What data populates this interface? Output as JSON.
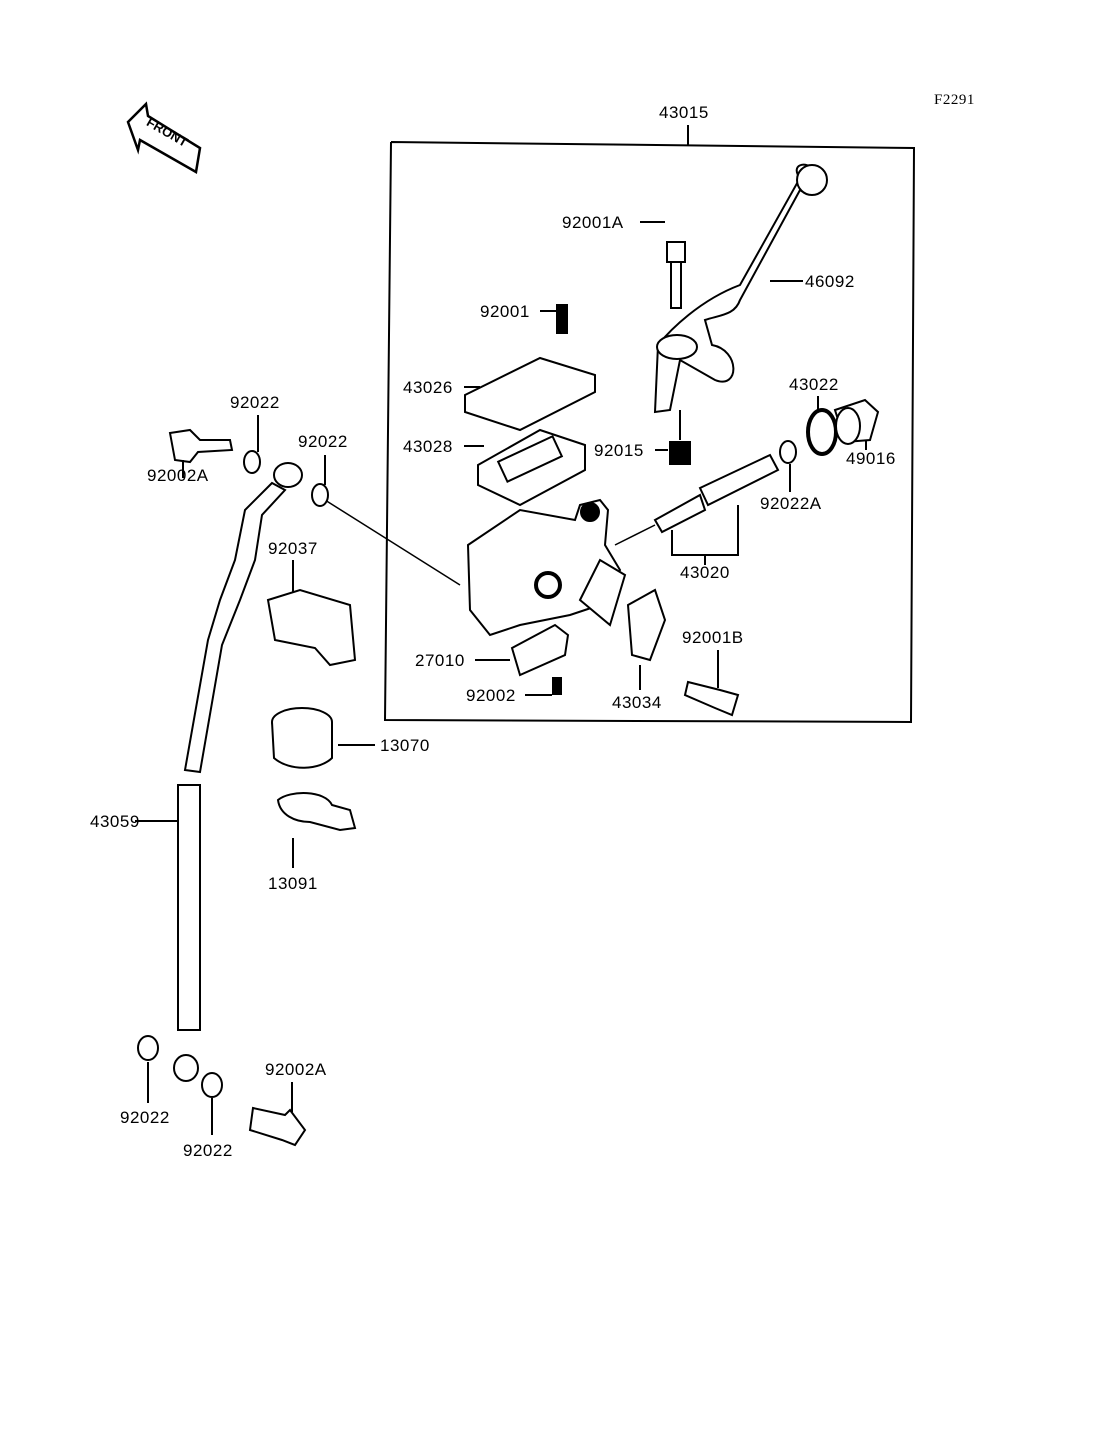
{
  "diagram_code": "F2291",
  "front_indicator": "FRONT",
  "assembly": {
    "part_number": "43015"
  },
  "parts": [
    {
      "id": "92001A"
    },
    {
      "id": "46092"
    },
    {
      "id": "92001"
    },
    {
      "id": "43026"
    },
    {
      "id": "43022"
    },
    {
      "id": "92022"
    },
    {
      "id": "92022"
    },
    {
      "id": "43028"
    },
    {
      "id": "92015"
    },
    {
      "id": "49016"
    },
    {
      "id": "92002A"
    },
    {
      "id": "92022A"
    },
    {
      "id": "92037"
    },
    {
      "id": "43020"
    },
    {
      "id": "92001B"
    },
    {
      "id": "27010"
    },
    {
      "id": "92002"
    },
    {
      "id": "43034"
    },
    {
      "id": "13070"
    },
    {
      "id": "43059"
    },
    {
      "id": "13091"
    },
    {
      "id": "92002A"
    },
    {
      "id": "92022"
    },
    {
      "id": "92022"
    }
  ]
}
